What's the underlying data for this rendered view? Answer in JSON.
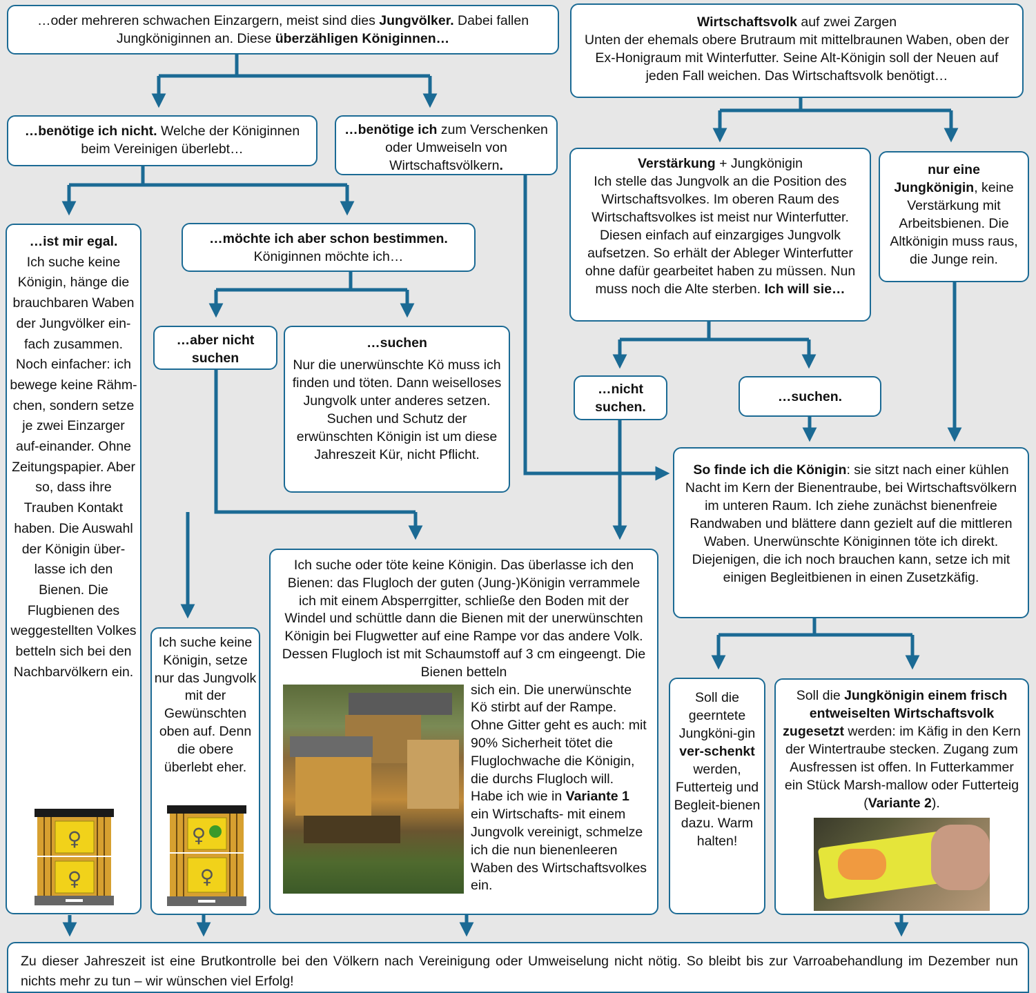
{
  "boxes": {
    "b1": {
      "t1": "…oder mehreren schwachen Einzargern, meist sind dies ",
      "b1": "Jungvölker.",
      "t2": " Dabei fallen Jungköniginnen an. Diese ",
      "b2": "überzähligen Königinnen…"
    },
    "b2": {
      "b1": "Wirtschaftsvolk",
      "t1": " auf zwei Zargen",
      "t2": "Unten der ehemals obere Brutraum mit mittelbraunen Waben, oben der Ex-Honigraum mit Winterfutter. Seine Alt-Königin soll der Neuen auf jeden Fall weichen. Das Wirtschaftsvolk benötigt…"
    },
    "b3": {
      "b1": "…benötige ich nicht.",
      "t1": " Welche der Königinnen beim Vereinigen überlebt…"
    },
    "b4": {
      "b1": "…benötige ich",
      "t1": " zum Verschenken oder Umweiseln von Wirtschaftsvölkern",
      "b2": "."
    },
    "b5": {
      "b1": "Verstärkung",
      "t1": " + Jungkönigin",
      "t2": "Ich stelle das Jungvolk an die Position des Wirtschaftsvolkes. Im oberen Raum des Wirtschaftsvolkes ist meist nur Winterfutter. Diesen einfach auf einzargiges Jungvolk aufsetzen. So erhält der Ableger Winterfutter ohne dafür gearbeitet haben zu müssen. Nun muss noch die Alte sterben. ",
      "b2": "Ich will sie…"
    },
    "b6": {
      "b1": "nur eine Jungkönigin",
      "t1": ", keine Verstärkung mit Arbeitsbienen. Die Altkönigin muss raus, die Junge rein."
    },
    "b7": {
      "b1": "…ist mir egal.",
      "t1": "Ich suche keine Königin, hänge die brauchbaren Waben der Jungvölker ein-fach zusammen. Noch einfacher: ich bewege keine Rähm-chen, sondern setze je zwei Einzarger auf-einander. Ohne Zeitungspapier. Aber so, dass ihre Trauben Kontakt haben. Die Auswahl der Königin über-lasse ich den Bienen. Die Flugbienen des weggestellten Volkes betteln sich bei den Nachbarvölkern ein."
    },
    "b8": {
      "b1": "…möchte ich aber schon bestimmen.",
      "t1": "Königinnen möchte ich…"
    },
    "b9": {
      "b1": "…aber nicht suchen"
    },
    "b10": {
      "b1": "…suchen",
      "t1": "Nur die unerwünschte Kö muss ich finden und töten. Dann weiselloses Jungvolk unter anderes setzen. Suchen und Schutz der erwünschten Königin ist um diese Jahreszeit Kür, nicht Pflicht."
    },
    "b11": {
      "b1": "…nicht suchen."
    },
    "b12": {
      "b1": "…suchen."
    },
    "b13": {
      "b1": "So finde ich die Königin",
      "t1": ": sie sitzt nach einer kühlen Nacht im Kern der Bienentraube, bei Wirtschaftsvölkern im unteren Raum. Ich ziehe zunächst bienenfreie Randwaben und blättere dann gezielt auf die mittleren Waben. Unerwünschte Königinnen töte ich direkt. Diejenigen, die ich noch brauchen kann, setze ich mit einigen Begleitbienen in einen Zusetzkäfig."
    },
    "b14": {
      "t1": "Ich suche keine Königin, setze nur das Jungvolk mit der Gewünschten oben auf. Denn die obere überlebt eher."
    },
    "b15": {
      "t1": "Ich suche oder töte keine Königin. Das überlasse ich den Bienen: das Flugloch der guten (Jung-)Königin verrammele ich mit einem Absperrgitter, schließe den Boden mit der Windel und schüttle dann die Bienen mit der unerwünschten Königin bei Flugwetter auf eine Rampe vor das andere Volk. Dessen Flugloch ist mit Schaumstoff auf 3 cm eingeengt. Die Bienen betteln",
      "t2": "sich ein. Die unerwünschte Kö stirbt auf der Rampe. Ohne Gitter geht es auch: mit 90% Sicherheit tötet die Fluglochwache die Königin, die durchs Flugloch will. Habe ich wie in ",
      "b1": "Variante 1",
      "t3": " ein Wirtschafts- mit einem Jungvolk vereinigt, schmelze ich die nun bienenleeren Waben des Wirtschaftsvolkes ein."
    },
    "b16": {
      "t1": "Soll die geerntete Jungköni-gin ",
      "b1": "ver-schenkt",
      "t2": " werden, Futterteig und Begleit-bienen dazu. Warm halten!"
    },
    "b17": {
      "t1": "Soll die ",
      "b1": "Jungkönigin einem frisch entweiselten Wirtschaftsvolk zugesetzt",
      "t2": " werden: im Käfig in den Kern der Wintertraube stecken. Zugang zum Ausfressen ist offen. In Futterkammer ein Stück Marsh-mallow oder Futterteig (",
      "b2": "Variante 2",
      "t3": ")."
    },
    "b18": {
      "t1": "Zu dieser Jahreszeit ist eine Brutkontrolle bei den Völkern nach Vereinigung oder Umweiselung nicht nötig. So bleibt bis zur Varroabehandlung im Dezember nun nichts mehr zu tun – wir wünschen viel Erfolg!"
    }
  },
  "symbols": {
    "queen": "♀"
  },
  "colors": {
    "arrow": "#1b6a94",
    "box_border": "#1b6a94",
    "background": "#e7e7e7",
    "hive_yellow": "#f1d21a",
    "hive_wood": "#d7a030"
  },
  "icons": [
    "hive-icon",
    "queen-symbol-icon",
    "photo-beehives",
    "photo-queen-cage"
  ]
}
